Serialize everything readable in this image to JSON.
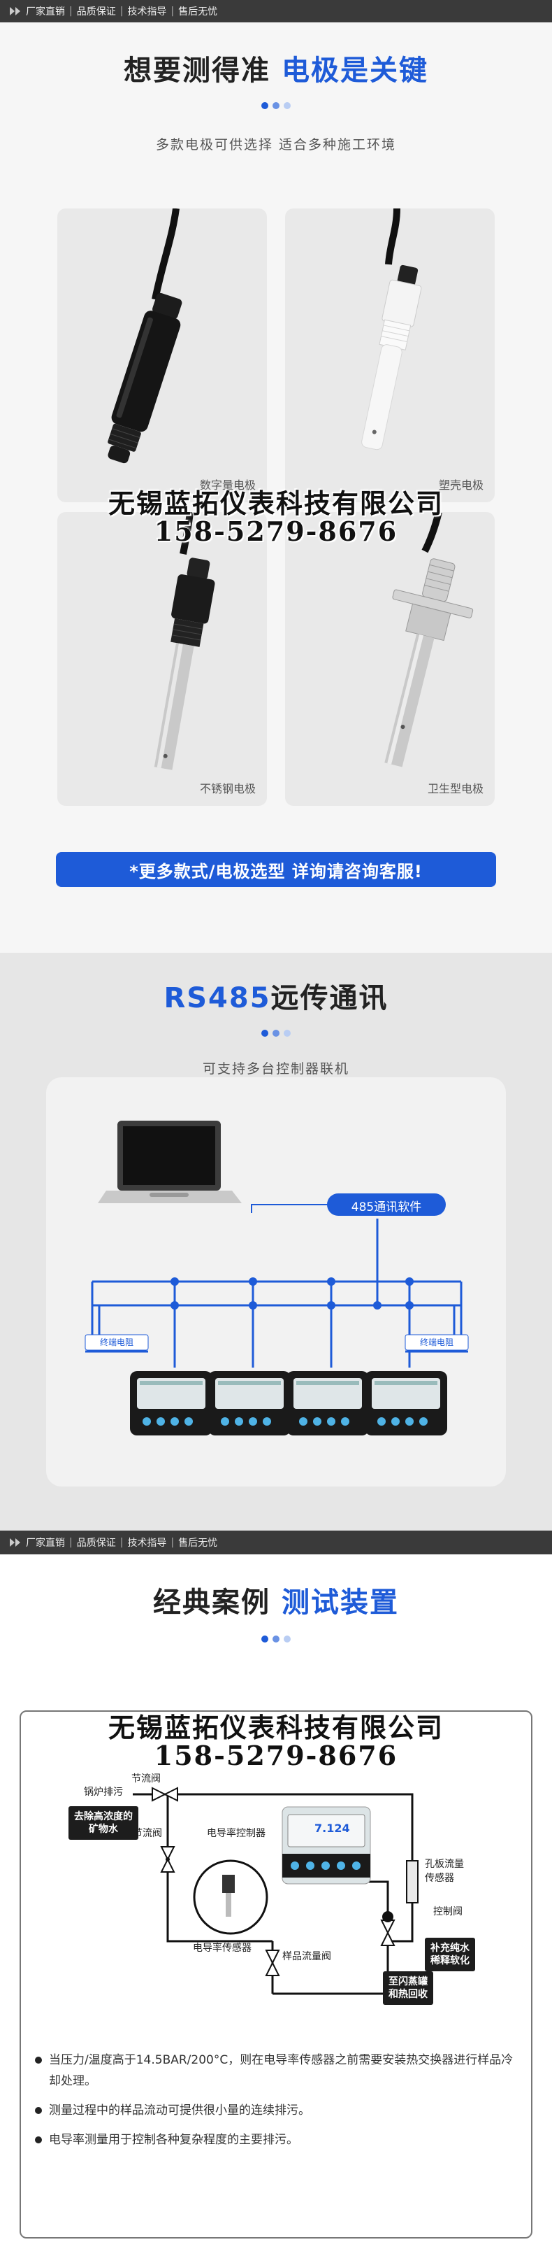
{
  "service_strip": [
    "厂家直销",
    "品质保证",
    "技术指导",
    "售后无忧"
  ],
  "section1": {
    "title_black": "想要测得准",
    "title_blue": "电极是关键",
    "subtitle": "多款电极可供选择 适合多种施工环境",
    "cards": [
      {
        "label": "数字量电极"
      },
      {
        "label": "塑壳电极"
      },
      {
        "label": "不锈钢电极"
      },
      {
        "label": "卫生型电极"
      }
    ],
    "watermark_company": "无锡蓝拓仪表科技有限公司",
    "watermark_phone": "158-5279-8676",
    "cta": "*更多款式/电极选型 详询请咨询客服!"
  },
  "section2": {
    "title_blue": "RS485",
    "title_black": "远传通讯",
    "subtitle": "可支持多台控制器联机",
    "software_label": "485通讯软件",
    "terminator_left": "终端电阻",
    "terminator_right": "终端电阻"
  },
  "section3": {
    "title_black": "经典案例",
    "title_blue": "测试装置",
    "watermark_company": "无锡蓝拓仪表科技有限公司",
    "watermark_phone": "158-5279-8676",
    "labels": {
      "boiler_drain": "锅炉排污",
      "throttle_top": "节流阀",
      "throttle_left": "节流阀",
      "conductivity_controller": "电导率控制器",
      "orifice_sensor": "孔板流量\n传感器",
      "control_valve": "控制阀",
      "conductivity_sensor": "电导率传感器",
      "sample_flow_valve": "样品流量阀"
    },
    "tags": {
      "remove_water": "去除高浓度的\n矿物水",
      "makeup_water": "补充纯水\n稀释软化",
      "flash_tank": "至闪蒸罐\n和热回收"
    },
    "controller_display": "7.124",
    "bullets": [
      "当压力/温度高于14.5BAR/200°C，则在电导率传感器之前需要安装热交换器进行样品冷却处理。",
      "测量过程中的样品流动可提供很小量的连续排污。",
      "电导率测量用于控制各种复杂程度的主要排污。"
    ]
  }
}
